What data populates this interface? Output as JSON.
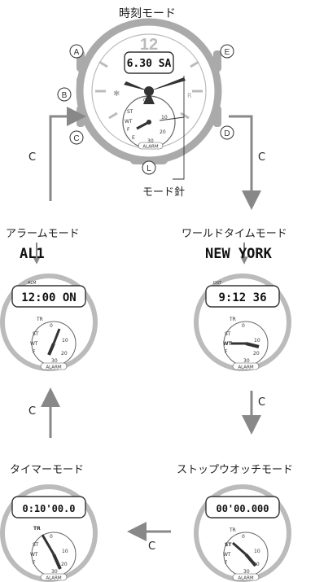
{
  "modes": {
    "timekeeping": {
      "title": "時刻モード",
      "lcd": "6.30 SA"
    },
    "alarm": {
      "title": "アラームモード",
      "seg_label": "AL1",
      "small_label": "ALM",
      "lcd": "12:00 ON"
    },
    "world_time": {
      "title": "ワールドタイムモード",
      "seg_label": "NEW YORK",
      "small_label": "DST",
      "lcd": "9:12 36"
    },
    "timer": {
      "title": "タイマーモード",
      "small_label": "TR",
      "lcd": "0:10'00.0"
    },
    "stopwatch": {
      "title": "ストップウオッチモード",
      "lcd": "00'00.000"
    }
  },
  "buttons": {
    "A": "A",
    "B": "B",
    "C": "C",
    "D": "D",
    "E": "E",
    "L": "L"
  },
  "arrow_label": "C",
  "mode_hand_label": "モード針",
  "dial": {
    "indicators": [
      "ST",
      "WT",
      "F",
      "E",
      "TR"
    ],
    "numbers": [
      "0",
      "10",
      "20",
      "30"
    ],
    "alarm_text": "ALARM",
    "twelve": "12",
    "r_mark": "R"
  }
}
